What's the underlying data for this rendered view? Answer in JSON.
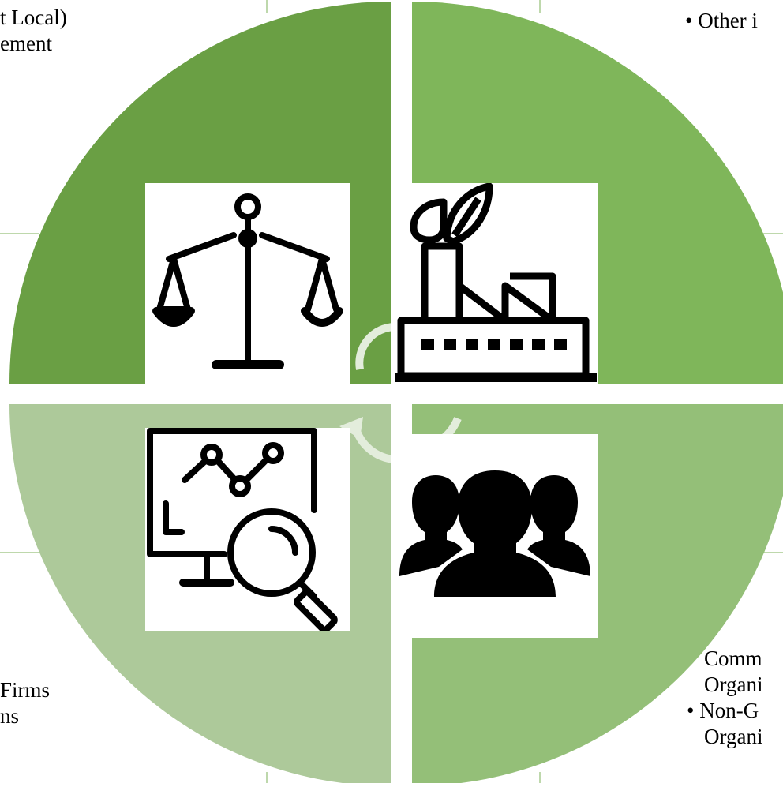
{
  "colors": {
    "top_left": "#6a9f44",
    "top_right": "#7fb65a",
    "bottom_left": "#adc99a",
    "bottom_right": "#94bf78",
    "arrow": "#e3eddc",
    "frame_line": "#a9cb90",
    "icon": "#000000"
  },
  "icons": {
    "top_left": "scales-of-justice-icon",
    "top_right": "eco-factory-icon",
    "bottom_right": "people-group-icon",
    "bottom_left": "analytics-monitor-magnifier-icon"
  },
  "quadrants": {
    "top_left": {
      "lines": [
        "t Local)",
        "ement"
      ]
    },
    "top_right": {
      "lines": [
        "• Other i"
      ]
    },
    "bottom_left": {
      "lines": [
        "Firms",
        "ns"
      ]
    },
    "bottom_right": {
      "lines": [
        "Comm",
        "Organi",
        "• Non-G",
        "Organi"
      ]
    }
  }
}
